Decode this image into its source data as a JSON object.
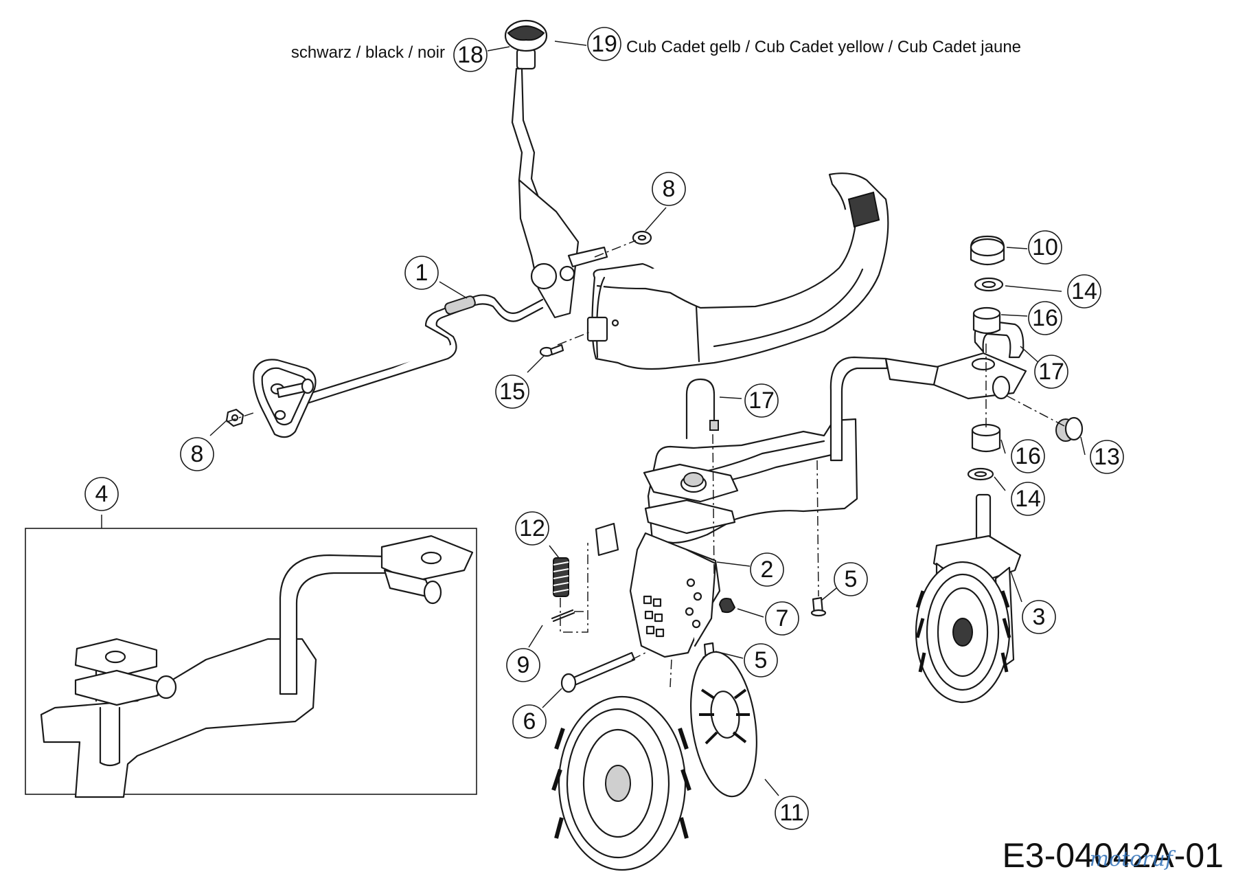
{
  "notes": {
    "black": "schwarz / black / noir",
    "yellow": "Cub Cadet gelb / Cub Cadet yellow / Cub Cadet jaune"
  },
  "reference": "E3-04042A-01",
  "watermark": {
    "text": "motoruf",
    "colors": [
      "#2e6fb7",
      "#e94e1b",
      "#3a9d3a"
    ]
  },
  "callouts": [
    {
      "id": "18",
      "label": "18"
    },
    {
      "id": "19",
      "label": "19"
    },
    {
      "id": "8a",
      "label": "8"
    },
    {
      "id": "1",
      "label": "1"
    },
    {
      "id": "8b",
      "label": "8"
    },
    {
      "id": "15",
      "label": "15"
    },
    {
      "id": "10",
      "label": "10"
    },
    {
      "id": "14a",
      "label": "14"
    },
    {
      "id": "16a",
      "label": "16"
    },
    {
      "id": "17a",
      "label": "17"
    },
    {
      "id": "17b",
      "label": "17"
    },
    {
      "id": "13",
      "label": "13"
    },
    {
      "id": "16b",
      "label": "16"
    },
    {
      "id": "14b",
      "label": "14"
    },
    {
      "id": "4",
      "label": "4"
    },
    {
      "id": "12",
      "label": "12"
    },
    {
      "id": "2",
      "label": "2"
    },
    {
      "id": "5a",
      "label": "5"
    },
    {
      "id": "7",
      "label": "7"
    },
    {
      "id": "3",
      "label": "3"
    },
    {
      "id": "9",
      "label": "9"
    },
    {
      "id": "5b",
      "label": "5"
    },
    {
      "id": "6",
      "label": "6"
    },
    {
      "id": "11",
      "label": "11"
    }
  ]
}
